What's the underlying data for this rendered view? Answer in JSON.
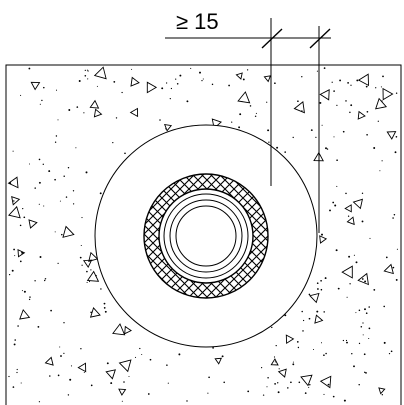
{
  "dimension": {
    "label": "≥ 15"
  },
  "colors": {
    "line": "#000000",
    "background": "#ffffff",
    "hatch": "#000000",
    "aggregate": "#000000"
  },
  "components": {
    "concrete_slab": "concrete-slab",
    "sleeve": "sleeve-circle",
    "insulation": "insulation-hatched-ring",
    "pipe_outer": "pipe-outer-wall",
    "pipe_inner": "pipe-inner-wall"
  }
}
